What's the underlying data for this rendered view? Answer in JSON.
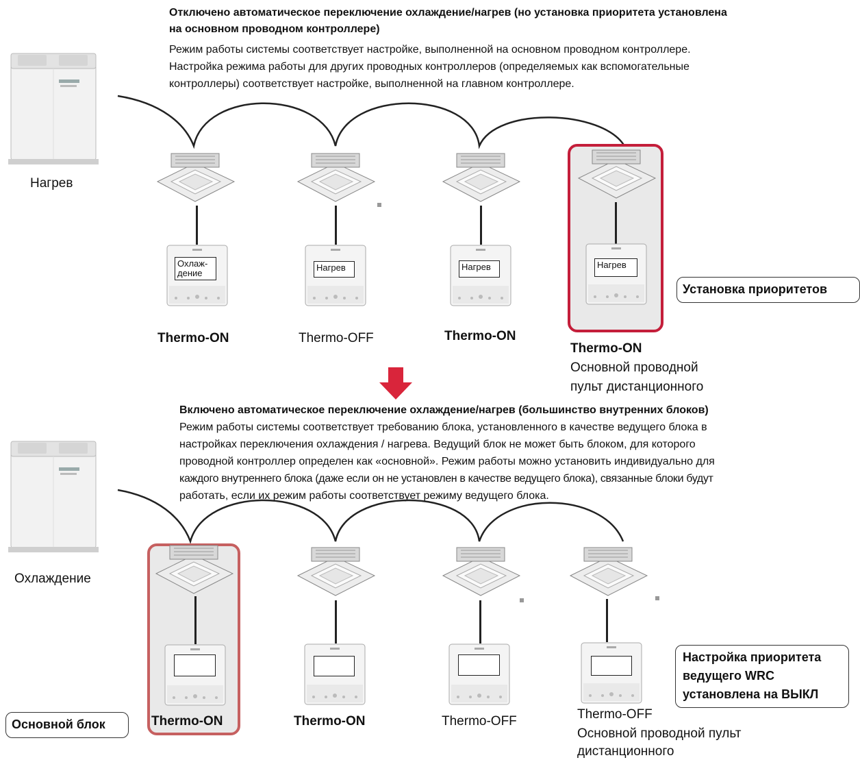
{
  "top": {
    "heading_line1": "Отключено автоматическое переключение охлаждение/нагрев (но установка приоритета установлена",
    "heading_line2": "на основном проводном контроллере)",
    "desc_line1": "Режим работы системы соответствует настройке, выполненной на основном проводном контроллере.",
    "desc_line2": "Настройка режима работы для других проводных контроллеров (определяемых как вспомогательные",
    "desc_line3": "контроллеры) соответствует настройке, выполненной на главном контроллере.",
    "outdoor_mode": "Нагрев",
    "units": [
      {
        "screen": "Охлаж-дение",
        "status": "Thermo-ON",
        "status_bold": true
      },
      {
        "screen": "Нагрев",
        "status": "Thermo-OFF",
        "status_bold": false
      },
      {
        "screen": "Нагрев",
        "status": "Thermo-ON",
        "status_bold": true
      },
      {
        "screen": "Нагрев",
        "status": "Thermo-ON",
        "status_bold": true,
        "note_line1": "Основной проводной",
        "note_line2": "пульт дистанционного"
      }
    ],
    "callout": "Установка приоритетов"
  },
  "bottom": {
    "heading": "Включено автоматическое переключение охлаждение/нагрев (большинство внутренних блоков)",
    "desc_line1": "Режим работы системы соответствует требованию блока, установленного в качестве ведущего блока в",
    "desc_line2": "настройках переключения охлаждения / нагрева. Ведущий блок не может быть блоком, для которого",
    "desc_line3": "проводной контроллер определен как «основной». Режим работы можно установить индивидуально для",
    "desc_line4": "каждого внутреннего блока (даже если он не установлен в качестве ведущего блока), связанные блоки будут",
    "desc_line5": "работать, если их режим работы соответствует режиму ведущего блока.",
    "outdoor_mode": "Охлаждение",
    "units": [
      {
        "status": "Thermo-ON",
        "status_bold": true
      },
      {
        "status": "Thermo-ON",
        "status_bold": true
      },
      {
        "status": "Thermo-OFF",
        "status_bold": false
      },
      {
        "status": "Thermo-OFF",
        "status_bold": false,
        "note_line1": "Основной проводной пульт",
        "note_line2": "дистанционного"
      }
    ],
    "callout_line1": "Настройка приоритета",
    "callout_line2": "ведущего WRC",
    "callout_line3": "установлена на ВЫКЛ",
    "main_unit_label": "Основной блок"
  },
  "colors": {
    "highlight_border": "#c41e3a",
    "arrow": "#d9253b",
    "highlight_fill": "#e9e9e9"
  },
  "icons": [
    "outdoor-unit-icon",
    "cassette-indoor-unit-icon",
    "wired-remote-controller-icon",
    "down-arrow-icon"
  ]
}
